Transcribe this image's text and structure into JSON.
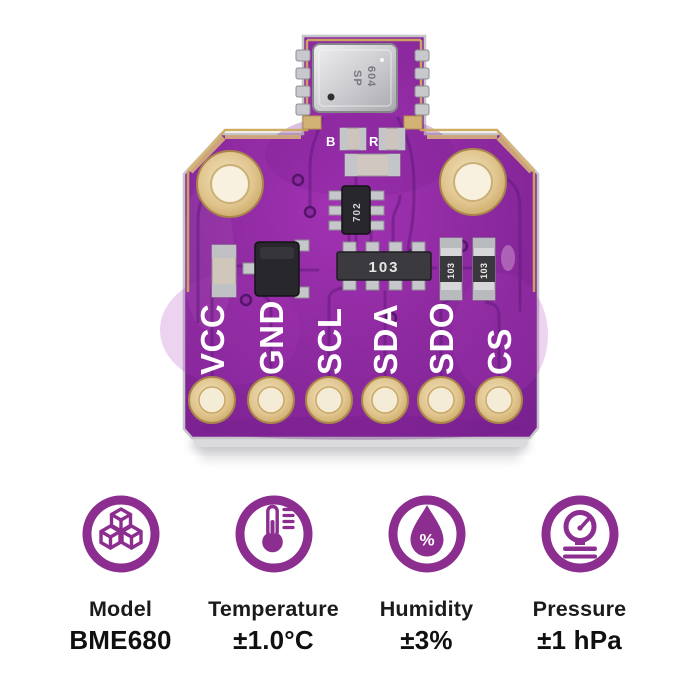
{
  "product": {
    "description": "BME680 environmental sensor breakout board photo"
  },
  "board": {
    "pins": [
      "VCC",
      "GND",
      "SCL",
      "SDA",
      "SDO",
      "CS"
    ],
    "sensor_marking_line1": "604",
    "sensor_marking_line2": "SP",
    "ic_marking": "702",
    "resistor_network_marking": "103",
    "resistor_right_1_marking": "103",
    "resistor_right_2_marking": "103",
    "silk_mark_b": "B",
    "silk_mark_r": "R",
    "colors": {
      "pcb_purple": "#8E2BA2",
      "pcb_trace": "#5E1979",
      "gold_pad": "#D9B877",
      "board_edge": "#C6C6CA",
      "silkscreen": "#FFFFFF",
      "component_black": "#28272B",
      "metal_silver": "#C6C7CB"
    }
  },
  "specs": {
    "accent": "#8C2E8F",
    "text_color": "#1B1B1D",
    "items": [
      {
        "icon": "cubes-icon",
        "label": "Model",
        "value": "BME680"
      },
      {
        "icon": "thermometer-icon",
        "label": "Temperature",
        "value": "±1.0°C"
      },
      {
        "icon": "humidity-drop-icon",
        "label": "Humidity",
        "value": "±3%"
      },
      {
        "icon": "pressure-gauge-icon",
        "label": "Pressure",
        "value": "±1 hPa"
      }
    ]
  }
}
